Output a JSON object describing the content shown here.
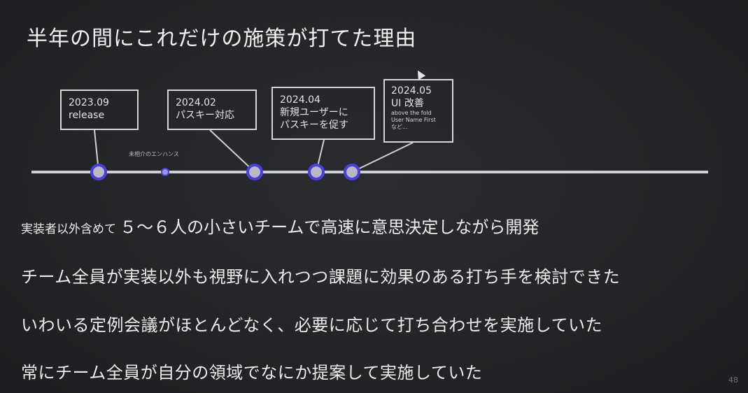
{
  "slide": {
    "title": "半年の間にこれだけの施策が打てた理由",
    "page_number": "48"
  },
  "timeline": {
    "annotation": "未相介のエンハンス",
    "events": [
      {
        "date": "2023.09",
        "label": "release"
      },
      {
        "date": "2024.02",
        "label": "パスキー対応"
      },
      {
        "date": "2024.04",
        "label": "新規ユーザーに",
        "label2": "パスキーを促す"
      },
      {
        "date": "2024.05",
        "label": "UI 改善",
        "details": [
          "above the fold",
          "User Name First",
          "など..."
        ]
      }
    ],
    "colors": {
      "line": "#cfcfd6",
      "dot_ring": "#4a3fe0",
      "dot_fill": "#b9b9c4"
    }
  },
  "body": {
    "line1_small": "実装者以外含めて",
    "line1_large": "５～６人の小さいチームで高速に意思決定しながら開発",
    "line2": "チーム全員が実装以外も視野に入れつつ課題に効果のある打ち手を検討できた",
    "line3": "いわいる定例会議がほとんどなく、必要に応じて打ち合わせを実施していた",
    "line4": "常にチーム全員が自分の領域でなにか提案して実施していた"
  }
}
